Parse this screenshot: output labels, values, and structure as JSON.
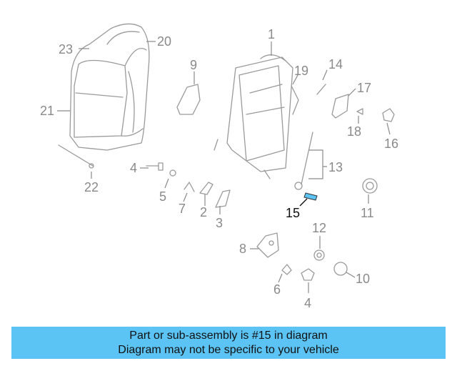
{
  "diagram": {
    "highlighted_part": "15",
    "highlight_color": "#5bc4f5",
    "callouts": {
      "c1": "1",
      "c2": "2",
      "c3": "3",
      "c4a": "4",
      "c4b": "4",
      "c5": "5",
      "c6": "6",
      "c7": "7",
      "c8": "8",
      "c9": "9",
      "c10": "10",
      "c11": "11",
      "c12": "12",
      "c13": "13",
      "c14": "14",
      "c15": "15",
      "c16": "16",
      "c17": "17",
      "c18": "18",
      "c19": "19",
      "c20": "20",
      "c21": "21",
      "c22": "22",
      "c23": "23"
    }
  },
  "banner": {
    "line1": "Part or sub-assembly is #15 in diagram",
    "line2": "Diagram may not be specific to your vehicle",
    "background": "#5bc4f5"
  }
}
